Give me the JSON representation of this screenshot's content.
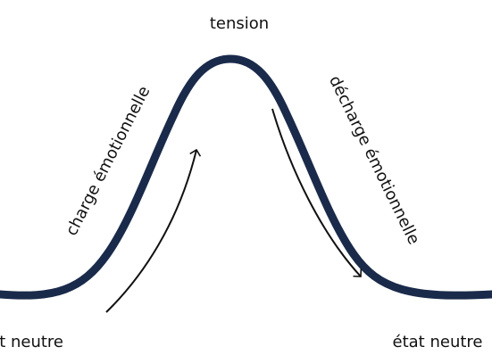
{
  "diagram": {
    "peak_label": "tension",
    "rise_label": "charge émotionnelle",
    "fall_label": "décharge émotionnelle",
    "left_state_label": "état neutre",
    "right_state_label": "état neutre"
  },
  "colors": {
    "curve": "#1a2a4a",
    "arrow": "#111111",
    "text": "#111111",
    "background": "#ffffff"
  }
}
